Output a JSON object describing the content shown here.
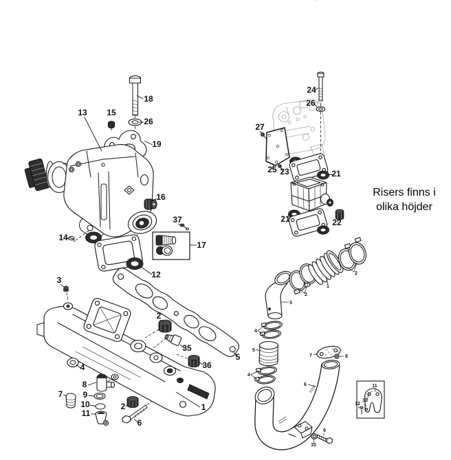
{
  "note": {
    "line1": "Risers finns i",
    "line2": "olika höjder"
  },
  "callouts": [
    {
      "id": "u18",
      "text": "18"
    },
    {
      "id": "u13",
      "text": "13"
    },
    {
      "id": "u15",
      "text": "15"
    },
    {
      "id": "u26",
      "text": "26"
    },
    {
      "id": "u19",
      "text": "19"
    },
    {
      "id": "u16",
      "text": "16"
    },
    {
      "id": "u37",
      "text": "37"
    },
    {
      "id": "u17",
      "text": "17"
    },
    {
      "id": "u14",
      "text": "14"
    },
    {
      "id": "u12",
      "text": "12"
    },
    {
      "id": "l3",
      "text": "3"
    },
    {
      "id": "l2a",
      "text": "2"
    },
    {
      "id": "l35",
      "text": "35"
    },
    {
      "id": "l36",
      "text": "36"
    },
    {
      "id": "l4",
      "text": "4"
    },
    {
      "id": "l8",
      "text": "8"
    },
    {
      "id": "l7",
      "text": "7"
    },
    {
      "id": "l9",
      "text": "9"
    },
    {
      "id": "l10",
      "text": "10"
    },
    {
      "id": "l11",
      "text": "11"
    },
    {
      "id": "l2b",
      "text": "2"
    },
    {
      "id": "l6",
      "text": "6"
    },
    {
      "id": "l1",
      "text": "1"
    },
    {
      "id": "l5",
      "text": "5"
    },
    {
      "id": "r24",
      "text": "24"
    },
    {
      "id": "r26",
      "text": "26"
    },
    {
      "id": "r27",
      "text": "27"
    },
    {
      "id": "r25",
      "text": "25"
    },
    {
      "id": "r23",
      "text": "23"
    },
    {
      "id": "r21a",
      "text": "21"
    },
    {
      "id": "r21b",
      "text": "21"
    },
    {
      "id": "r22",
      "text": "22"
    },
    {
      "id": "p2r",
      "text": "2"
    },
    {
      "id": "p1",
      "text": "1"
    },
    {
      "id": "p2l",
      "text": "2"
    },
    {
      "id": "p3",
      "text": "3"
    },
    {
      "id": "p4a",
      "text": "4"
    },
    {
      "id": "p5",
      "text": "5"
    },
    {
      "id": "p7",
      "text": "7"
    },
    {
      "id": "p8",
      "text": "8"
    },
    {
      "id": "p4b",
      "text": "4"
    },
    {
      "id": "p6",
      "text": "6"
    },
    {
      "id": "p11",
      "text": "11"
    },
    {
      "id": "p13",
      "text": "13"
    },
    {
      "id": "p12",
      "text": "12"
    },
    {
      "id": "p9",
      "text": "9"
    },
    {
      "id": "p10",
      "text": "10"
    }
  ]
}
